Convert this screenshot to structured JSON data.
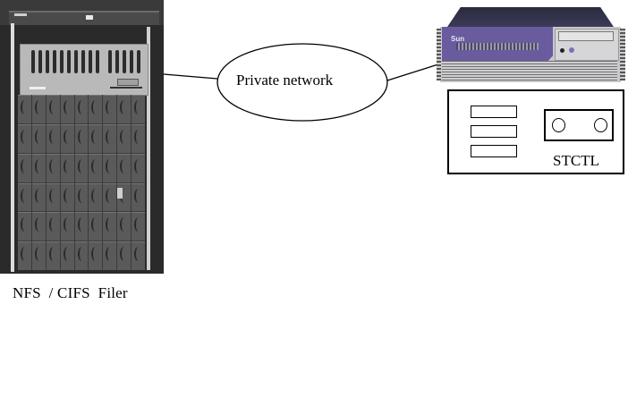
{
  "diagram": {
    "nodes": {
      "filer": {
        "label": "NFS  / CIFS  Filer",
        "kind": "storage-rack-photo"
      },
      "network": {
        "label": "Private network",
        "kind": "ellipse"
      },
      "server": {
        "brand": "Sun",
        "kind": "server-photo"
      },
      "controller": {
        "label": "STCTL",
        "kind": "schematic-box",
        "slot_count": 3,
        "port_count": 2
      }
    },
    "edges": [
      {
        "from": "filer",
        "to": "network"
      },
      {
        "from": "network",
        "to": "server"
      }
    ],
    "colors": {
      "line": "#000000",
      "background": "#ffffff",
      "server_bezel": "#6a5a9e"
    }
  }
}
